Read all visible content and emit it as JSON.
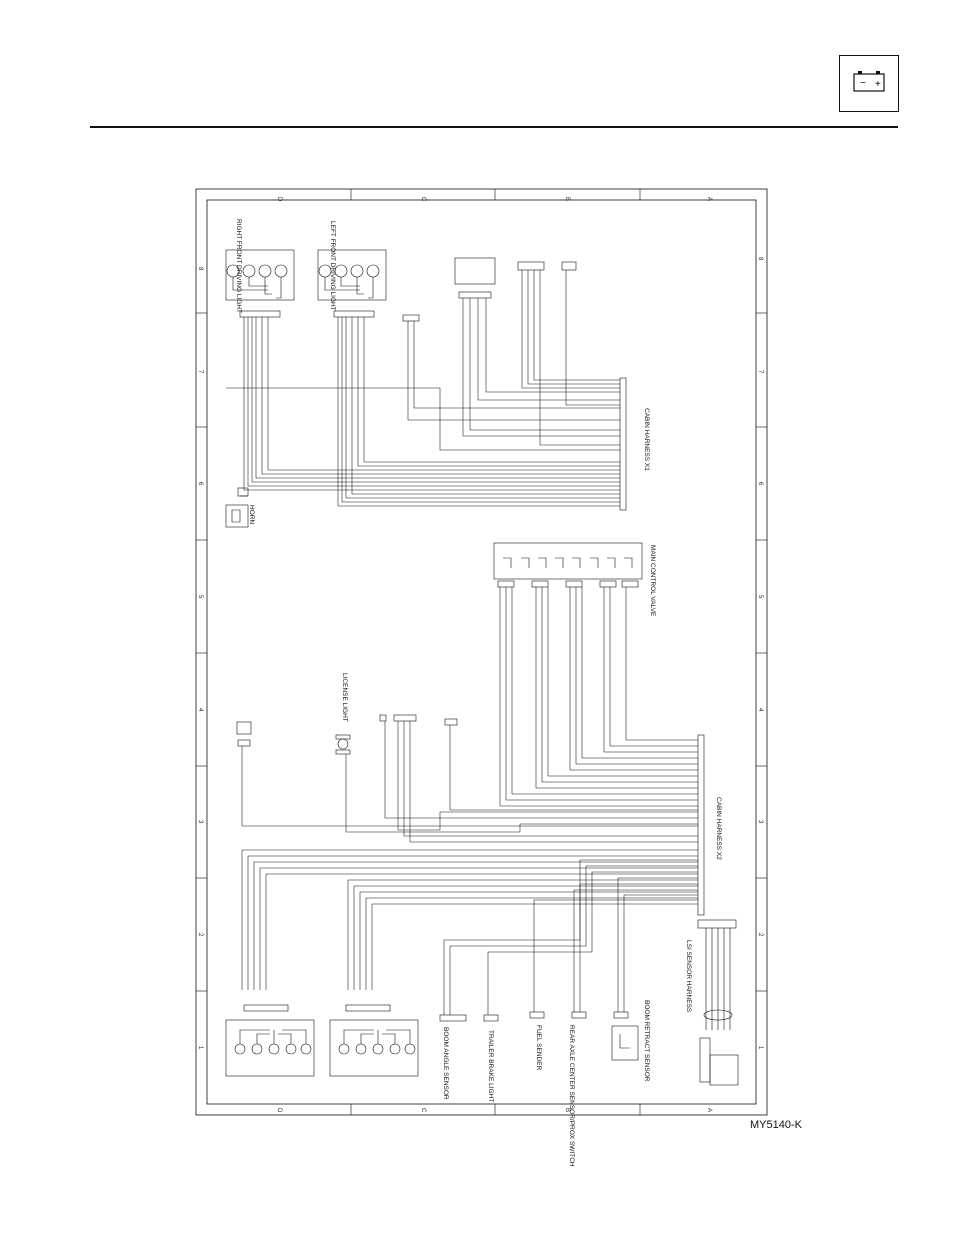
{
  "page": {
    "figure_id": "MY5140-K"
  },
  "header": {
    "icon": "battery-icon",
    "battery_symbols": {
      "minus": "−",
      "plus": "+"
    }
  },
  "grid": {
    "columns": [
      "D",
      "C",
      "B",
      "A"
    ],
    "rows": [
      "8",
      "7",
      "6",
      "5",
      "4",
      "3",
      "2",
      "1"
    ]
  },
  "components": {
    "right_front_driving_light": "RIGHT FRONT DRIVING LIGHT",
    "left_front_driving_light": "LEFT FRONT DRIVING LIGHT",
    "horn": "HORN",
    "cabin_harness_x1": "CABIN HARNESS X1",
    "main_control_valve": "MAIN CONTROL VALVE",
    "license_light": "LICENSE LIGHT",
    "cabin_harness_x2": "CABIN HARNESS X2",
    "lsi_sensor_harness": "LSI SENSOR HARNESS",
    "boom_angle_sensor": "BOOM ANGLE SENSOR",
    "trailer_brake_light": "TRAILER BRAKE LIGHT",
    "fuel_sender": "FUEL SENDER",
    "rear_axle_center_sensor": "REAR AXLE CENTER SENSOR/PROX SWITCH",
    "boom_retract_sensor": "BOOM RETRACT SENSOR"
  },
  "colors": {
    "line": "#111111",
    "frame": "#111111"
  }
}
